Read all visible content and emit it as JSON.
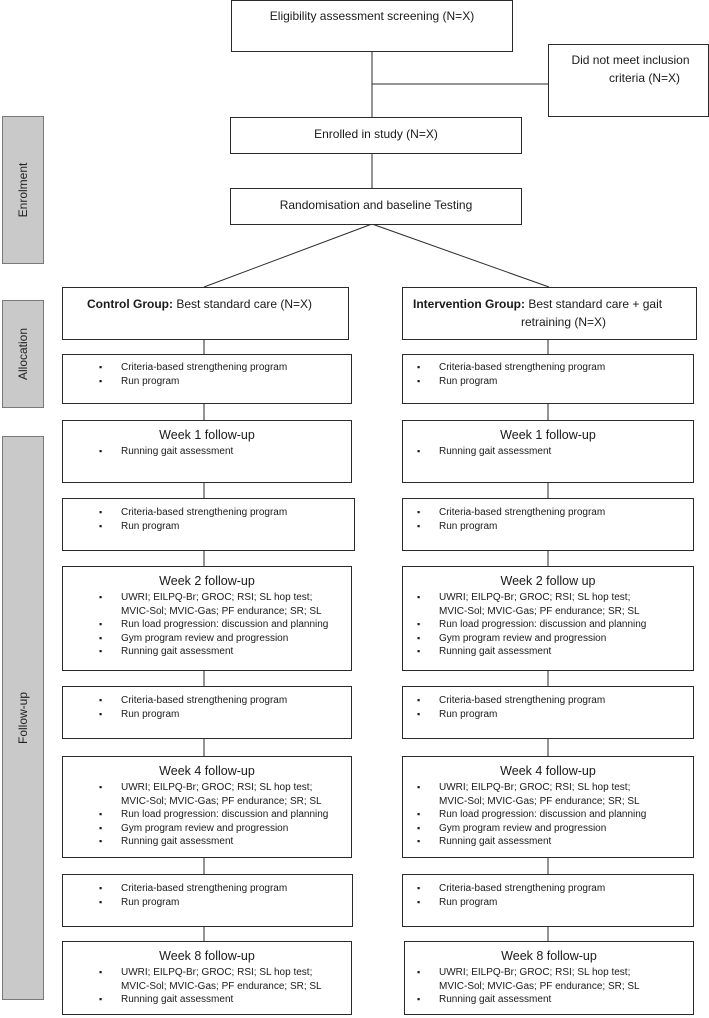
{
  "sidebar": {
    "enrolment": "Enrolment",
    "allocation": "Allocation",
    "followup": "Follow-up"
  },
  "top": {
    "eligibility": "Eligibility assessment screening (N=X)",
    "excluded_line1": "Did not meet inclusion",
    "excluded_line2": "criteria (N=X)",
    "enrolled": "Enrolled in study (N=X)",
    "randomisation": "Randomisation and baseline Testing"
  },
  "control": {
    "header_bold": "Control Group:",
    "header_rest": " Best standard care (N=X)",
    "program1": [
      "Criteria-based strengthening program",
      "Run program"
    ],
    "week1_title": "Week 1 follow-up",
    "week1_items": [
      "Running gait assessment"
    ],
    "program2": [
      "Criteria-based strengthening program",
      "Run program"
    ],
    "week2_title": "Week 2 follow-up",
    "week2_items": [
      "UWRI; EILPQ-Br; GROC; RSI; SL hop test;",
      "MVIC-Sol; MVIC-Gas; PF endurance; SR; SL",
      "Run load progression: discussion and planning",
      "Gym program review and progression",
      "Running gait assessment"
    ],
    "program3": [
      "Criteria-based strengthening program",
      "Run program"
    ],
    "week4_title": "Week 4 follow-up",
    "week4_items": [
      "UWRI; EILPQ-Br; GROC; RSI; SL hop test;",
      "MVIC-Sol; MVIC-Gas; PF endurance; SR; SL",
      "Run load progression: discussion and planning",
      "Gym program review and progression",
      "Running gait assessment"
    ],
    "program4": [
      "Criteria-based strengthening program",
      "Run program"
    ],
    "week8_title": "Week 8 follow-up",
    "week8_items": [
      "UWRI; EILPQ-Br; GROC; RSI; SL hop test;",
      "MVIC-Sol; MVIC-Gas; PF endurance; SR; SL",
      "Running gait assessment"
    ]
  },
  "intervention": {
    "header_bold": "Intervention Group:",
    "header_rest": " Best standard care + gait",
    "header_line2": "retraining (N=X)",
    "program1": [
      "Criteria-based strengthening program",
      "Run program"
    ],
    "week1_title": "Week 1 follow-up",
    "week1_items": [
      "Running gait assessment"
    ],
    "program2": [
      "Criteria-based strengthening program",
      "Run program"
    ],
    "week2_title": "Week 2 follow up",
    "week2_items": [
      "UWRI; EILPQ-Br; GROC; RSI; SL hop test;",
      "MVIC-Sol; MVIC-Gas; PF endurance; SR; SL",
      "Run load progression: discussion and planning",
      "Gym program review and progression",
      "Running gait assessment"
    ],
    "program3": [
      "Criteria-based strengthening program",
      "Run program"
    ],
    "week4_title": "Week 4 follow-up",
    "week4_items": [
      "UWRI; EILPQ-Br; GROC; RSI; SL hop test;",
      "MVIC-Sol; MVIC-Gas; PF endurance; SR; SL",
      "Run load progression: discussion and planning",
      "Gym program review and progression",
      "Running gait assessment"
    ],
    "program4": [
      "Criteria-based strengthening program",
      "Run program"
    ],
    "week8_title": "Week 8 follow-up",
    "week8_items": [
      "UWRI; EILPQ-Br; GROC; RSI; SL hop test;",
      "MVIC-Sol; MVIC-Gas; PF endurance; SR; SL",
      "Running gait assessment"
    ]
  }
}
